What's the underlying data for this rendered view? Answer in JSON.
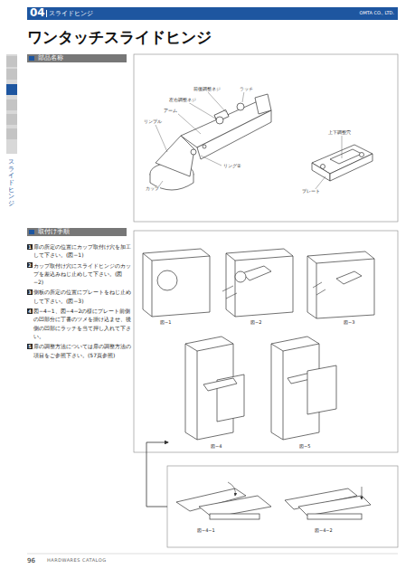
{
  "diagram": {
    "title": "ワンタッチスライドヒンジ",
    "nodes": [
      {
        "text": [
          "04",
          "スライドヒンジ",
          "OMTA CO., LTD."
        ]
      },
      {
        "text": [
          "部品名称"
        ]
      },
      {
        "text": [
          "取付け手順"
        ]
      }
    ],
    "labels": [
      "前後調整ネジ",
      "ラッチ",
      "左右調整ネジ",
      "アーム",
      "リンプル",
      "上下調整穴",
      "リング②",
      "カップ",
      "プレート",
      "スライドヒンジ",
      "1",
      "扉の所定の位置にカップ取付け穴を加工して下さい。(図−1)",
      "2",
      "カップ取付け穴にスライドヒンジのカップを差込みねじ止めして下さい。(図−2)",
      "3",
      "側板の所定の位置にプレートをねじ止めして下さい。(図−3)",
      "4",
      "図−4−1、図−4−2の様にプレート前側の凹部分に丁番のツメを掛け込ませ、後側の凹部にラッチを当て押し入れて下さい。",
      "5",
      "扉の調整方法については扉の調整方法の項目をご参照下さい。(57頁参照)",
      "図−1",
      "図−2",
      "図−3",
      "図−4",
      "図−5",
      "図−4−1",
      "図−4−2",
      "96",
      "HARDWARES CATALOG"
    ]
  }
}
